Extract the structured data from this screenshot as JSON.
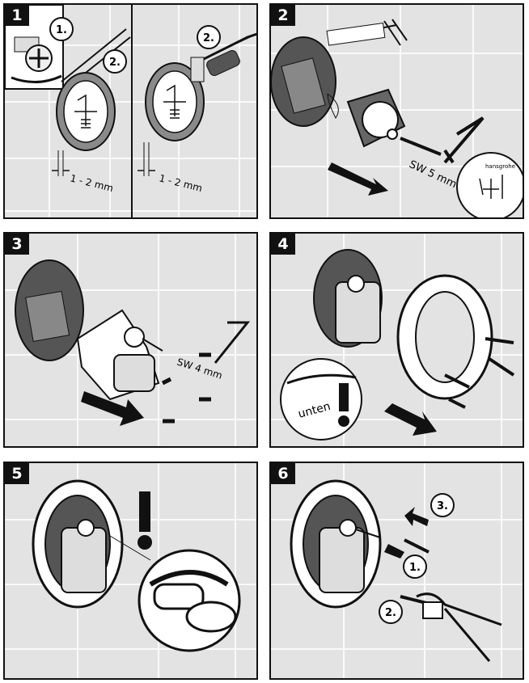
{
  "panels": [
    {
      "number": "1",
      "steps": [
        "1.",
        "2.",
        "2."
      ],
      "dims": [
        "1 - 2 mm",
        "1 - 2 mm"
      ]
    },
    {
      "number": "2",
      "tool": "SW 5 mm",
      "brand": "hansgrohe"
    },
    {
      "number": "3",
      "tool": "SW 4 mm"
    },
    {
      "number": "4",
      "detail": "unten"
    },
    {
      "number": "5"
    },
    {
      "number": "6",
      "steps": [
        "3.",
        "1.",
        "2."
      ]
    }
  ],
  "colors": {
    "tile": "#e3e3e3",
    "tile_line": "#fafafa",
    "dark": "#111111",
    "plate": "#8a8a8a"
  }
}
